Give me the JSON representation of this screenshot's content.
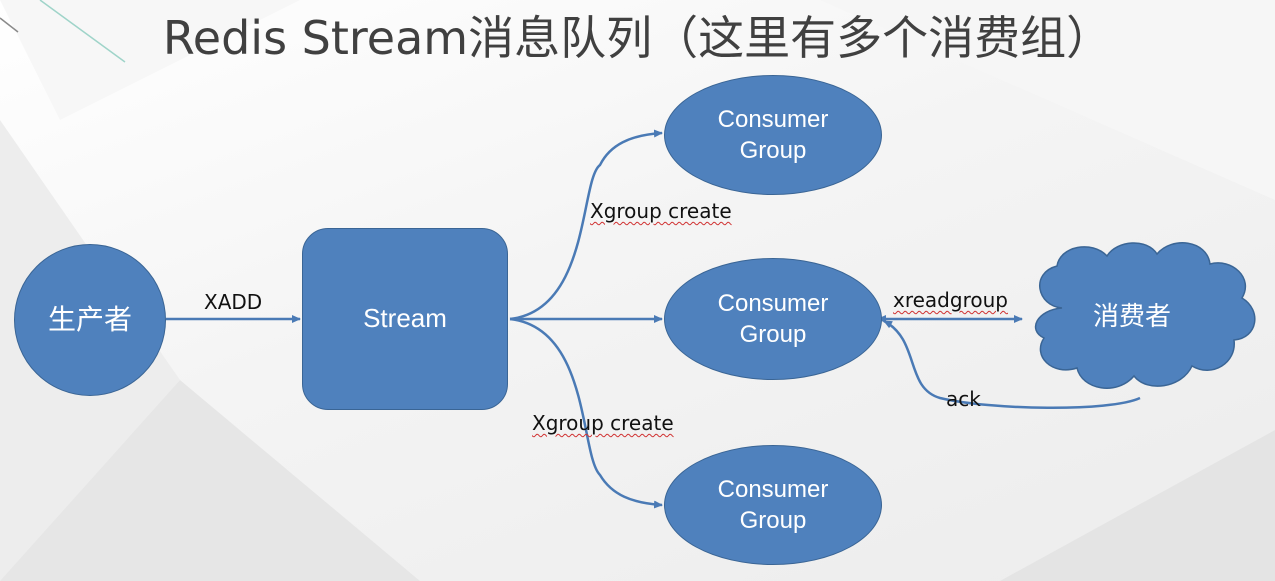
{
  "title": "Redis Stream消息队列（这里有多个消费组）",
  "nodes": {
    "producer": "生产者",
    "stream": "Stream",
    "group_top": "Consumer Group",
    "group_middle": "Consumer Group",
    "group_bottom": "Consumer Group",
    "consumer": "消费者"
  },
  "edges": {
    "xadd": "XADD",
    "xgroup_create_top": "Xgroup create",
    "xgroup_create_bottom": "Xgroup create",
    "xreadgroup": "xreadgroup",
    "ack": "ack"
  },
  "colors": {
    "node_fill": "#4f81bd",
    "node_border": "#3a6595",
    "edge_line": "#4a7ab5",
    "title_text": "#404040"
  }
}
